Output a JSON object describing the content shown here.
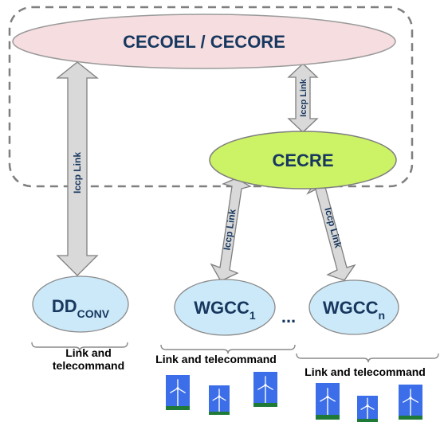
{
  "nodes": {
    "cecoel": {
      "label": "CECOEL / CECORE",
      "fill": "#f5dde0"
    },
    "cecre": {
      "label": "CECRE",
      "fill": "#ccf266"
    },
    "dd": {
      "label": "DD",
      "sub": "CONV",
      "fill": "#cce9f9"
    },
    "wgcc1": {
      "label": "WGCC",
      "sub": "1",
      "fill": "#cce9f9"
    },
    "wgccn": {
      "label": "WGCC",
      "sub": "n",
      "fill": "#cce9f9"
    }
  },
  "links": {
    "top": "Iccp Link",
    "left": "Iccp Link",
    "mid": "Iccp Link",
    "right": "Iccp Link"
  },
  "captions": {
    "dd_line1": "Link and",
    "dd_line2": "telecommand",
    "wgcc1": "Link and telecommand",
    "wgccn": "Link and telecommand"
  },
  "ellipsis": "...",
  "colors": {
    "text": "#17375e",
    "arrow_fill": "#d9d9d9",
    "arrow_stroke": "#7f7f7f",
    "dashed_border": "#7f7f7f",
    "turbine_sky": "#3b6ee8",
    "turbine_ground": "#1e7a36"
  }
}
